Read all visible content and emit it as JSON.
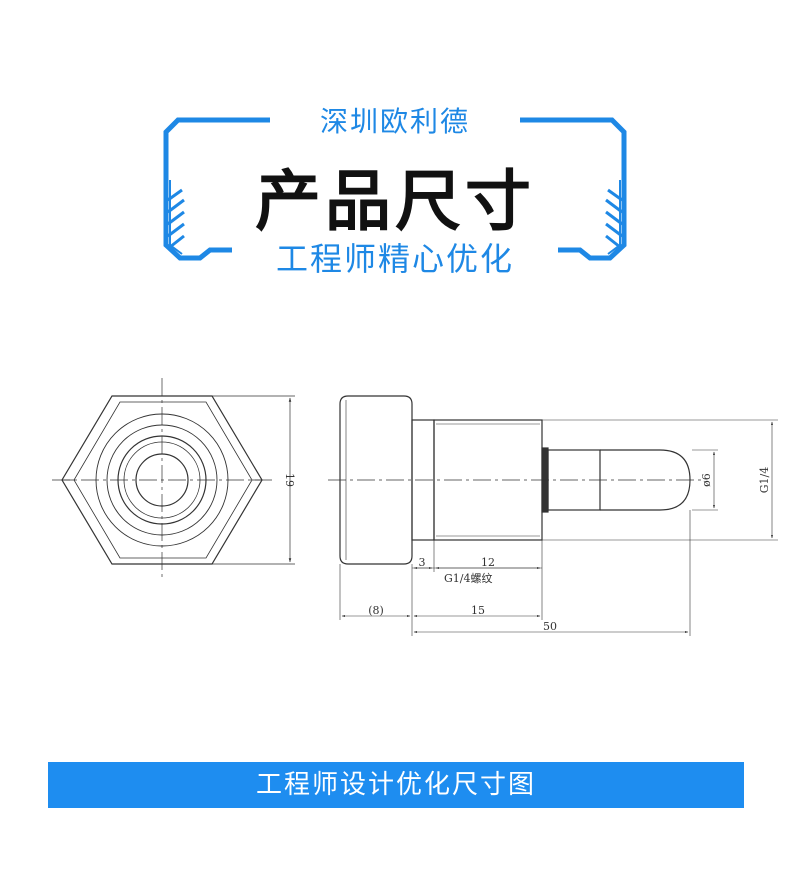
{
  "header": {
    "company": "深圳欧利德",
    "title": "产品尺寸",
    "slogan": "工程师精心优化",
    "accent_color": "#1e88e5"
  },
  "drawing": {
    "dimensions": {
      "hex_height": "19",
      "flange_gap": "3",
      "thread_length": "12",
      "thread_note": "G1/4螺纹",
      "head_width": "(8)",
      "body_length": "15",
      "total_length": "50",
      "tip_diameter": "ø6",
      "thread_size": "G1/4"
    }
  },
  "footer": {
    "label": "工程师设计优化尺寸图",
    "bar_color": "#1e8df0"
  }
}
